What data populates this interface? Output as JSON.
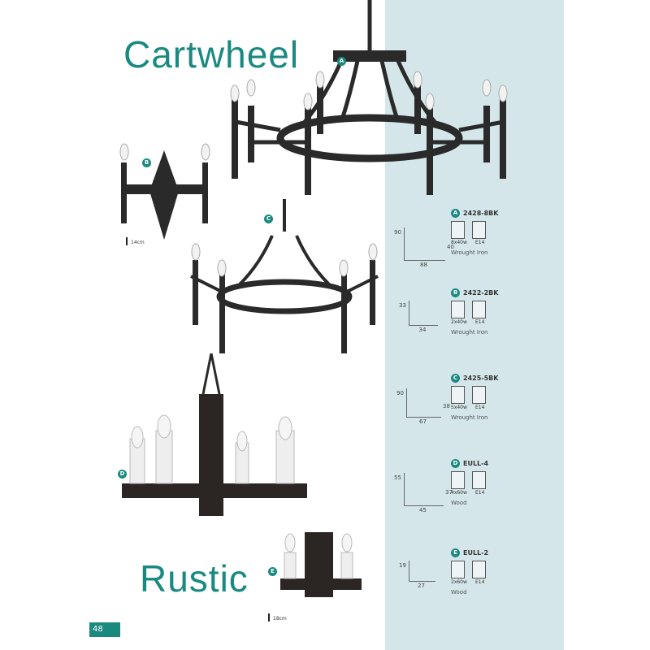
{
  "titles": {
    "top": "Cartwheel",
    "bottom": "Rustic"
  },
  "page_number": "48",
  "scale_labels": {
    "b": "14cm",
    "e": "18cm"
  },
  "photo_badges": [
    "A",
    "B",
    "C",
    "D",
    "E"
  ],
  "products": [
    {
      "letter": "A",
      "code": "2428-8BK",
      "wattage": "8x40w",
      "cap": "E14",
      "material": "Wrought Iron",
      "height": "90",
      "drop": "40",
      "width": "88"
    },
    {
      "letter": "B",
      "code": "2422-2BK",
      "wattage": "2x40w",
      "cap": "E14",
      "material": "Wrought Iron",
      "height": "33",
      "width": "34"
    },
    {
      "letter": "C",
      "code": "2425-5BK",
      "wattage": "5x40w",
      "cap": "E14",
      "material": "Wrought Iron",
      "height": "90",
      "drop": "38",
      "width": "67"
    },
    {
      "letter": "D",
      "code": "EULL-4",
      "wattage": "4x60w",
      "cap": "E14",
      "material": "Wood",
      "height": "55",
      "drop": "37",
      "width": "45"
    },
    {
      "letter": "E",
      "code": "EULL-2",
      "wattage": "2x60w",
      "cap": "E14",
      "material": "Wood",
      "height": "19",
      "width": "27"
    }
  ],
  "colors": {
    "accent": "#1a8a80",
    "panel": "#d4e6e9"
  }
}
